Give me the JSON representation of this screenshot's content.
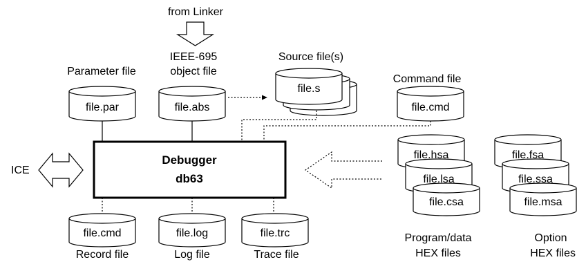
{
  "top": {
    "from_linker": "from Linker",
    "ieee_line1": "IEEE-695",
    "ieee_line2": "object file",
    "parameter_file": "Parameter file",
    "source_files": "Source file(s)",
    "command_file": "Command file"
  },
  "cylinders": {
    "par": "file.par",
    "abs": "file.abs",
    "s": "file.s",
    "cmd_top": "file.cmd",
    "hsa": "file.hsa",
    "lsa": "file.lsa",
    "csa": "file.csa",
    "fsa": "file.fsa",
    "ssa": "file.ssa",
    "msa": "file.msa",
    "cmd_bottom": "file.cmd",
    "log": "file.log",
    "trc": "file.trc"
  },
  "debugger": {
    "line1": "Debugger",
    "line2": "db63"
  },
  "ice": "ICE",
  "bottom": {
    "record_file": "Record file",
    "log_file": "Log file",
    "trace_file": "Trace file",
    "program_line1": "Program/data",
    "program_line2": "HEX files",
    "option_line1": "Option",
    "option_line2": "HEX files"
  }
}
